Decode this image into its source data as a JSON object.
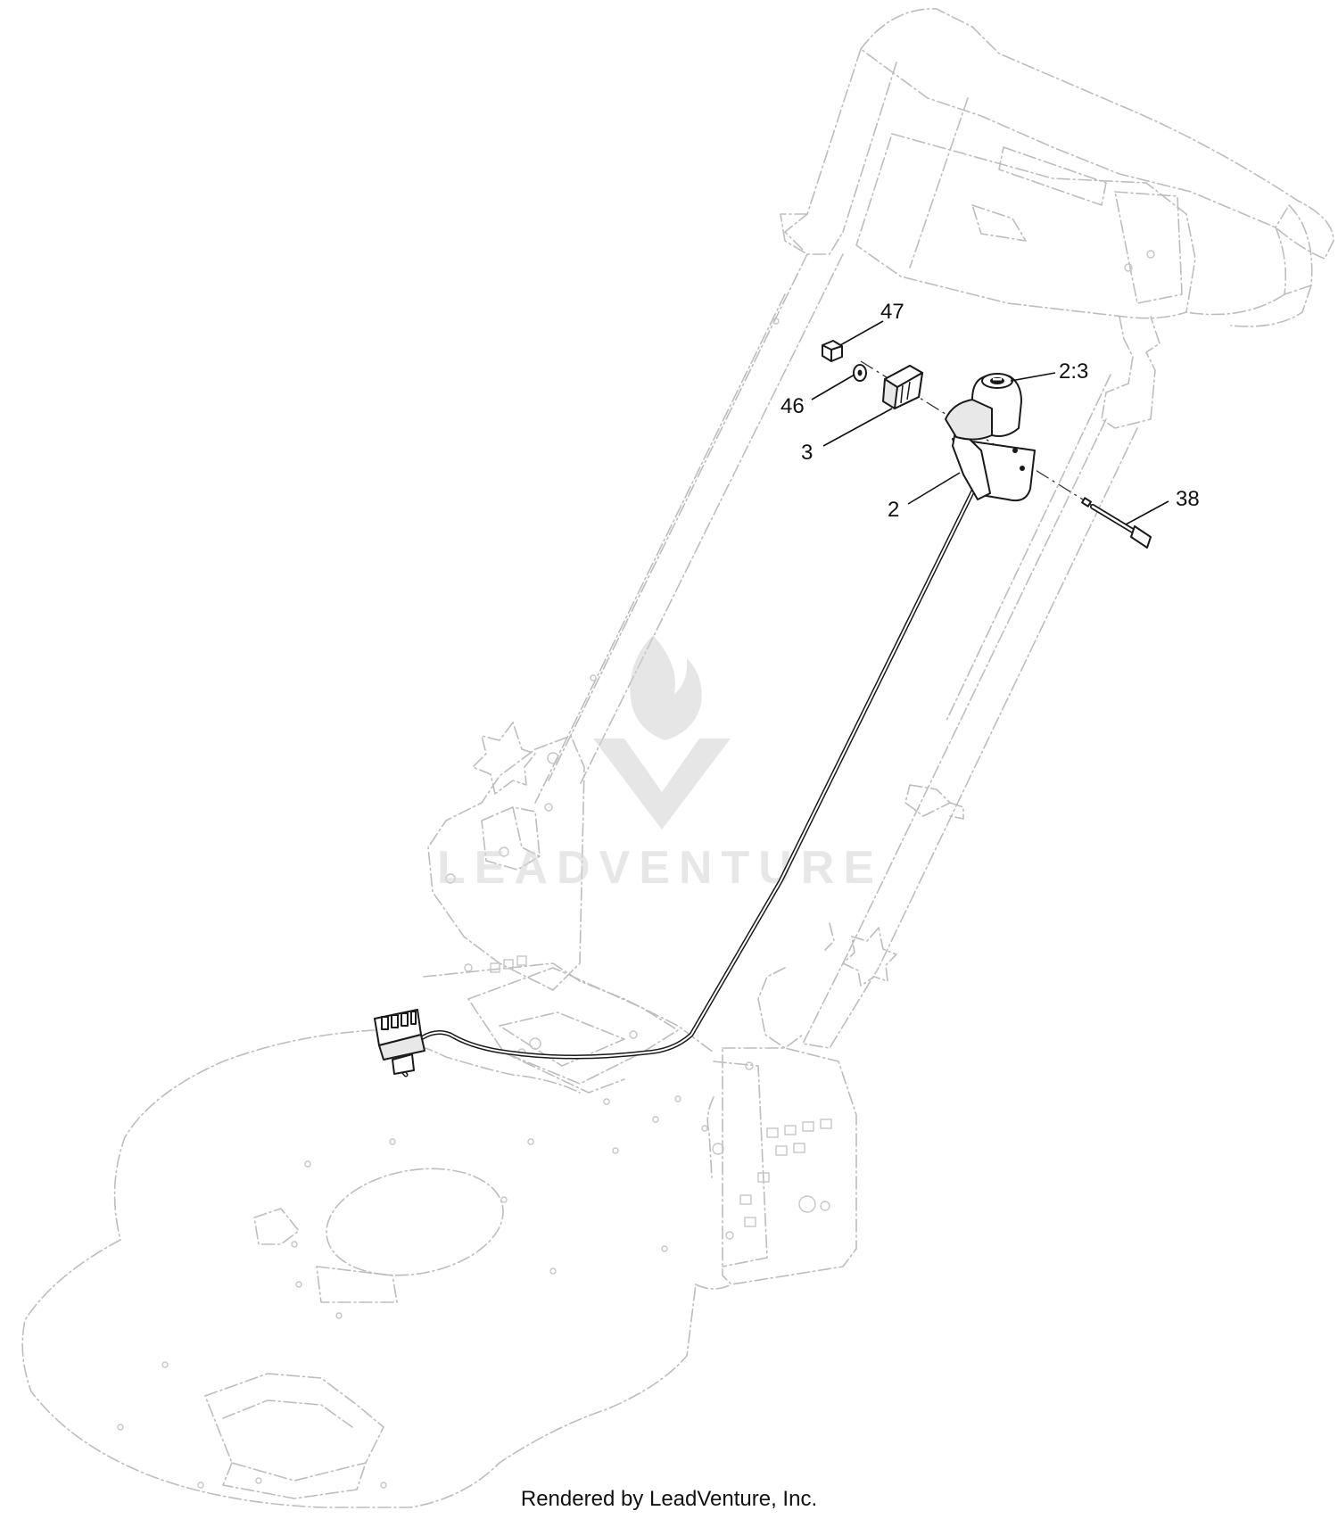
{
  "callouts": [
    {
      "id": "47",
      "label": "47"
    },
    {
      "id": "46",
      "label": "46"
    },
    {
      "id": "3",
      "label": "3"
    },
    {
      "id": "2-3",
      "label": "2:3"
    },
    {
      "id": "2",
      "label": "2"
    },
    {
      "id": "38",
      "label": "38"
    }
  ],
  "watermark": {
    "text": "LEADVENTURE"
  },
  "footer": {
    "credit": "Rendered by LeadVenture, Inc."
  },
  "colors": {
    "ghost_lines": "#bdbdbd",
    "part_lines": "#1a1a1a",
    "watermark": "#d2d2d2"
  }
}
